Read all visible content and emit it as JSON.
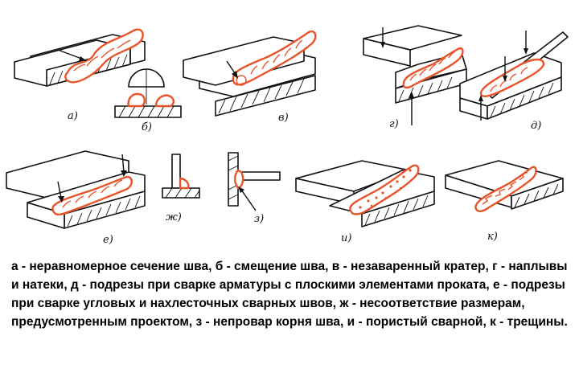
{
  "labels": {
    "a": "а)",
    "b": "б)",
    "v": "в)",
    "g": "г)",
    "d": "д)",
    "e": "е)",
    "zh": "ж)",
    "z": "з)",
    "i": "и)",
    "k": "к)"
  },
  "caption": "а - неравномерное сечение шва, б - смещение шва, в - незаваренный кратер, г - наплывы и натеки, д - подрезы при сварке арматуры с плоскими элементами проката, е - подрезы при сварке угловых и нахлесточных сварных швов, ж - несоответствие размерам, предусмотренным проектом, з - непровар корня шва, и - пористый сварной, к - трещины.",
  "colors": {
    "weld": "#e8542a",
    "line": "#111111"
  }
}
